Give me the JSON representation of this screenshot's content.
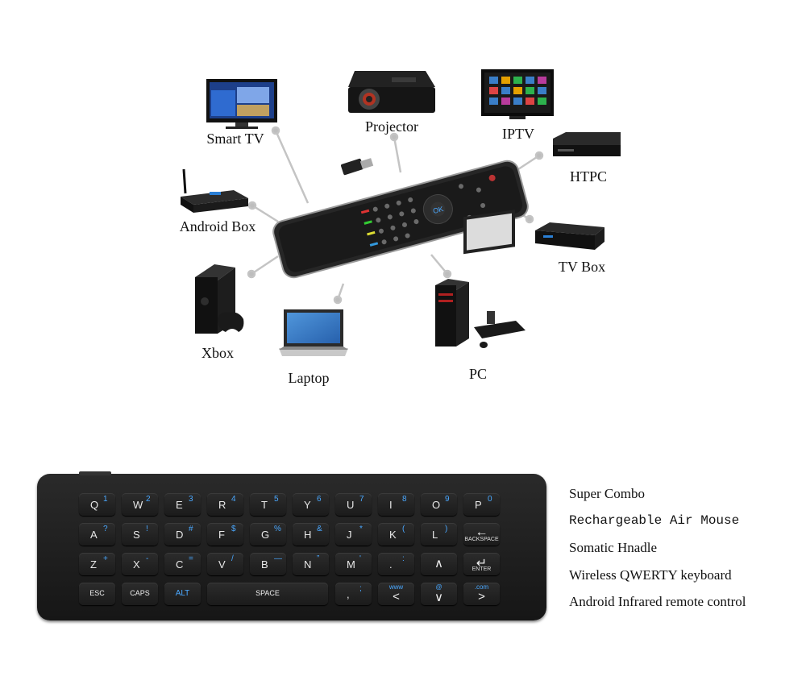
{
  "devices": {
    "smart_tv": "Smart TV",
    "projector": "Projector",
    "iptv": "IPTV",
    "htpc": "HTPC",
    "android_box": "Android Box",
    "tv_box": "TV Box",
    "xbox": "Xbox",
    "laptop": "Laptop",
    "pc": "PC"
  },
  "remote": {
    "ok_label": "OK"
  },
  "keyboard": {
    "rows": [
      [
        [
          "Q",
          "1"
        ],
        [
          "W",
          "2"
        ],
        [
          "E",
          "3"
        ],
        [
          "R",
          "4"
        ],
        [
          "T",
          "5"
        ],
        [
          "Y",
          "6"
        ],
        [
          "U",
          "7"
        ],
        [
          "I",
          "8"
        ],
        [
          "O",
          "9"
        ],
        [
          "P",
          "0"
        ]
      ],
      [
        [
          "A",
          "?"
        ],
        [
          "S",
          "!"
        ],
        [
          "D",
          "#"
        ],
        [
          "F",
          "$"
        ],
        [
          "G",
          "%"
        ],
        [
          "H",
          "&"
        ],
        [
          "J",
          "*"
        ],
        [
          "K",
          "("
        ],
        [
          "L",
          ")"
        ]
      ],
      [
        [
          "Z",
          "+"
        ],
        [
          "X",
          "-"
        ],
        [
          "C",
          "="
        ],
        [
          "V",
          "/"
        ],
        [
          "B",
          "—"
        ],
        [
          "N",
          "”"
        ],
        [
          "M",
          "'"
        ],
        [
          ".",
          ":"
        ]
      ]
    ],
    "backspace_label": "BACKSPACE",
    "enter_label": "ENTER",
    "esc_label": "ESC",
    "caps_label": "CAPS",
    "alt_label": "ALT",
    "space_label": "SPACE",
    "comma_key": [
      ",",
      ";"
    ],
    "www_label": "www",
    "at_label": "@",
    "com_label": ".com"
  },
  "features": [
    "Super Combo",
    "Rechargeable Air Mouse",
    "Somatic Hnadle",
    "Wireless QWERTY keyboard",
    "Android Infrared remote control"
  ]
}
